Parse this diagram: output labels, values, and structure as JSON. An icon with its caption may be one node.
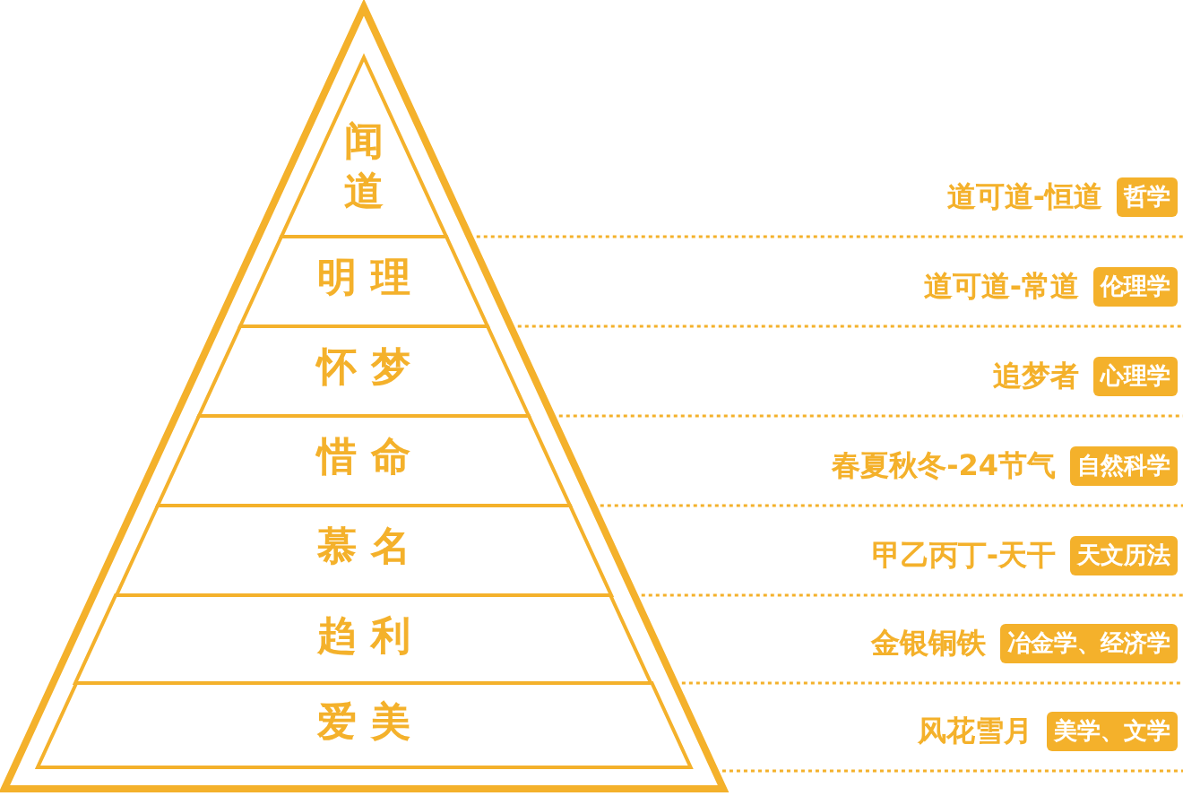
{
  "diagram": {
    "nodes": [
      {
        "text": [
          "闻道"
        ],
        "beside": [
          "道可道-恒道",
          "哲学"
        ]
      },
      {
        "text": [
          "明 理"
        ],
        "beside": [
          "道可道-常道",
          "伦理学"
        ]
      },
      {
        "text": [
          "怀 梦"
        ],
        "beside": [
          "追梦者",
          "心理学"
        ]
      },
      {
        "text": [
          "惜 命"
        ],
        "beside": [
          "春夏秋冬-24节气",
          "自然科学"
        ]
      },
      {
        "text": [
          "慕 名"
        ],
        "beside": [
          "甲乙丙丁-天干",
          "天文历法"
        ]
      },
      {
        "text": [
          "趋 利"
        ],
        "beside": [
          "金银铜铁",
          "冶金学、经济学"
        ]
      },
      {
        "text": [
          "爱 美"
        ],
        "beside": [
          "风花雪月",
          "美学、文学"
        ]
      }
    ]
  }
}
